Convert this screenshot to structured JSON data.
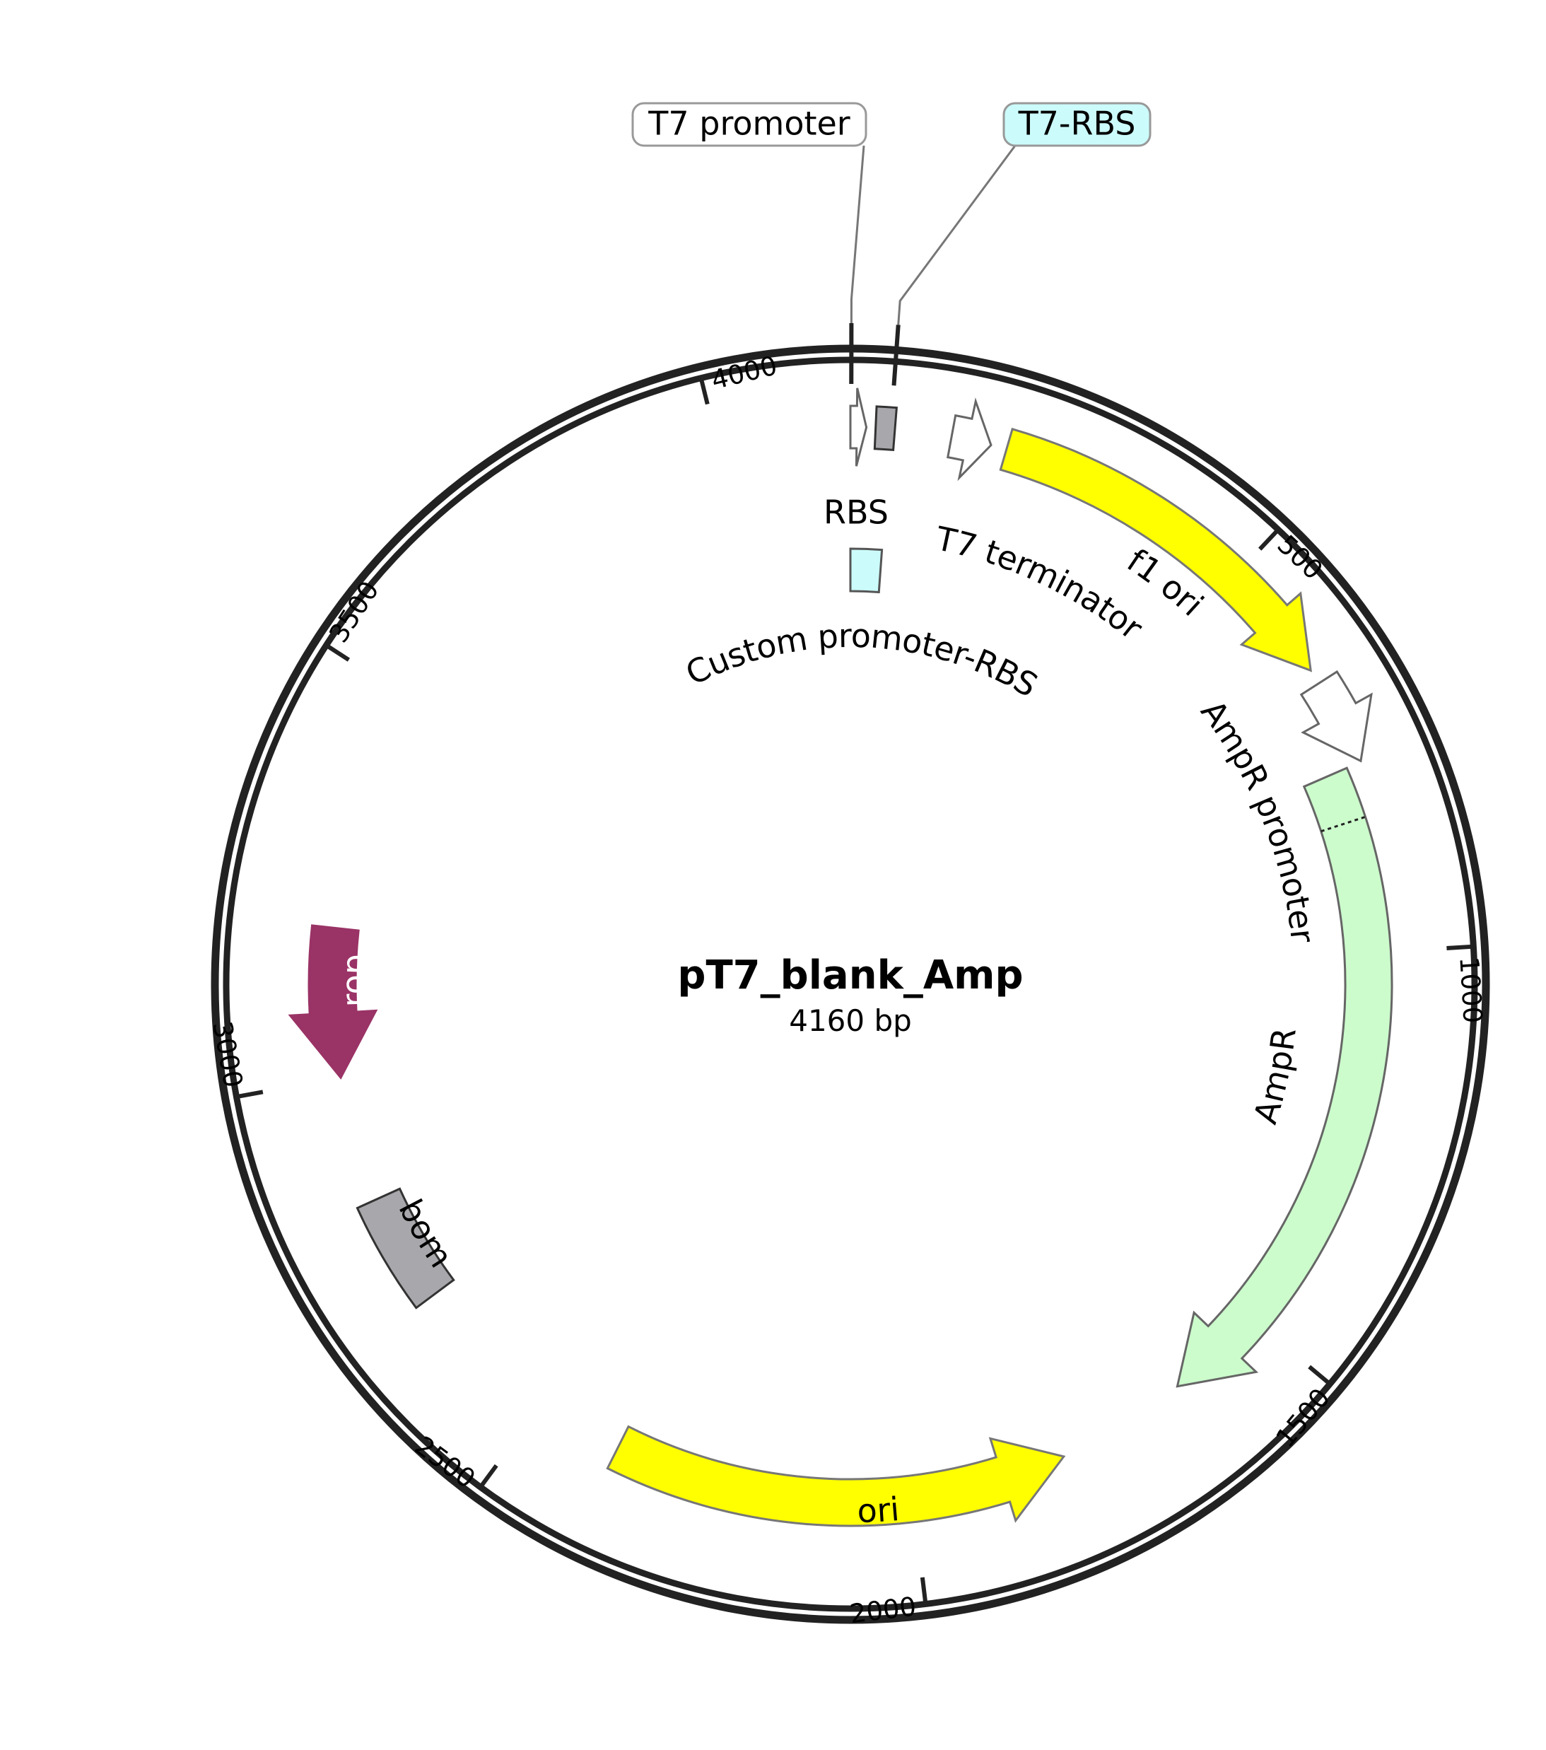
{
  "plasmid": {
    "name": "pT7_blank_Amp",
    "size_label": "4160 bp",
    "length": 4160
  },
  "ticks": [
    {
      "pos": 500,
      "label": "500"
    },
    {
      "pos": 1000,
      "label": "1000"
    },
    {
      "pos": 1500,
      "label": "1500"
    },
    {
      "pos": 2000,
      "label": "2000"
    },
    {
      "pos": 2500,
      "label": "2500"
    },
    {
      "pos": 3000,
      "label": "3000"
    },
    {
      "pos": 3500,
      "label": "3500"
    },
    {
      "pos": 4000,
      "label": "4000"
    }
  ],
  "features": [
    {
      "id": "t7-promoter-arrow",
      "start": 0,
      "end": 19,
      "track": 0,
      "type": "arrow",
      "dir": 1,
      "fill": "#ffffff",
      "stroke": "#666666"
    },
    {
      "id": "rbs-box",
      "start": 30,
      "end": 53,
      "track": 0,
      "type": "box",
      "fill": "#a8a8ac",
      "stroke": "#333333"
    },
    {
      "id": "custom-promoter-rbs-box",
      "start": 0,
      "end": 48,
      "track": 2,
      "type": "box",
      "fill": "#ccfbfb",
      "stroke": "#555555"
    },
    {
      "id": "t7-terminator-arrow",
      "start": 121,
      "end": 169,
      "track": 0,
      "type": "arrow",
      "dir": 1,
      "fill": "#ffffff",
      "stroke": "#666666"
    },
    {
      "id": "f1-ori-arrow",
      "start": 188,
      "end": 644,
      "track": 0,
      "type": "arrow",
      "dir": 1,
      "fill": "#ffff00",
      "stroke": "#777777"
    },
    {
      "id": "ampr-promoter-arrow",
      "start": 662,
      "end": 767,
      "track": 0,
      "type": "arrow",
      "dir": 1,
      "fill": "#ffffff",
      "stroke": "#666666"
    },
    {
      "id": "ampr-arrow",
      "start": 768,
      "end": 1628,
      "track": 1,
      "type": "arrow",
      "dir": 1,
      "fill": "#ccfccc",
      "stroke": "#666666"
    },
    {
      "id": "ori-arrow",
      "start": 1799,
      "end": 2388,
      "track": 1,
      "type": "arrow",
      "dir": -1,
      "fill": "#ffff00",
      "stroke": "#777777"
    },
    {
      "id": "bom-box",
      "start": 2696,
      "end": 2838,
      "track": 1,
      "type": "box",
      "fill": "#a8a8ac",
      "stroke": "#333333"
    },
    {
      "id": "rop-arrow",
      "start": 3000,
      "end": 3192,
      "track": 1,
      "type": "arrow",
      "dir": -1,
      "fill": "#9a3366",
      "stroke": "#9a3366"
    }
  ],
  "feature_labels": [
    {
      "id": "rbs-label",
      "text": "RBS",
      "mode": "flat",
      "pos": 8,
      "radius": 664
    },
    {
      "id": "t7-terminator-label",
      "text": "T7 terminator",
      "mode": "curved",
      "pos": 290,
      "radius": 640,
      "color": "#000000"
    },
    {
      "id": "custom-promoter-rbs-label",
      "text": "Custom promoter-RBS",
      "mode": "curved",
      "pos": 24,
      "radius": 490,
      "color": "#000000"
    },
    {
      "id": "f1-ori-label",
      "text": "f1 ori",
      "mode": "curved",
      "pos": 440,
      "radius": 720,
      "color": "#000000"
    },
    {
      "id": "ampr-promoter-label",
      "text": "AmpR promoter",
      "mode": "curved",
      "pos": 790,
      "radius": 640,
      "color": "#000000"
    },
    {
      "id": "ampr-label",
      "text": "AmpR",
      "mode": "curved",
      "pos": 1180,
      "radius": 620,
      "color": "#000000"
    },
    {
      "id": "ori-label",
      "text": "ori",
      "mode": "curved",
      "pos": 2045,
      "radius": 748,
      "color": "#000000"
    },
    {
      "id": "bom-label",
      "text": "bom",
      "mode": "curved",
      "pos": 2769,
      "radius": 700,
      "color": "#000000"
    },
    {
      "id": "rop-label",
      "text": "rop",
      "mode": "curved",
      "pos": 3125,
      "radius": 700,
      "color": "#ffffff"
    }
  ],
  "callouts": [
    {
      "id": "t7-promoter-callout",
      "text": "T7 promoter",
      "pos": 1,
      "box_fill": "#ffffff",
      "box_stroke": "#999999"
    },
    {
      "id": "t7-rbs-callout",
      "text": "T7-RBS",
      "pos": 48,
      "box_fill": "#ccfbfb",
      "box_stroke": "#999999"
    }
  ]
}
